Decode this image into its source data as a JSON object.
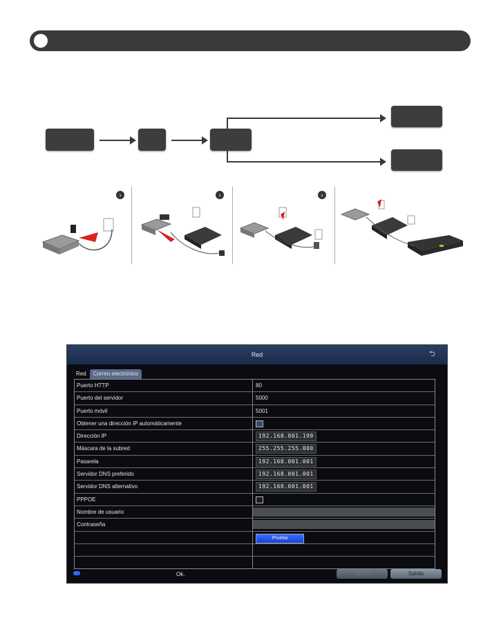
{
  "dvr": {
    "title": "Red",
    "tabs": [
      "Red",
      "Correo electrónico"
    ],
    "rows": [
      {
        "label": "Puerto HTTP",
        "value": "80"
      },
      {
        "label": "Puerto del servidor",
        "value": "5000"
      },
      {
        "label": "Puerto móvil",
        "value": "5001"
      },
      {
        "label": "Obtener una dirección IP automáticamente"
      },
      {
        "label": "Dirección IP",
        "value": "192.168.001.199"
      },
      {
        "label": "Máscara de la subred",
        "value": "255.255.255.000"
      },
      {
        "label": "Pasarela",
        "value": "192.168.001.001"
      },
      {
        "label": "Servidor DNS preferido",
        "value": "192.168.001.001"
      },
      {
        "label": "Servidor DNS alternativo",
        "value": "192.168.001.001"
      },
      {
        "label": "PPPOE"
      },
      {
        "label": "Nombre de usuario"
      },
      {
        "label": "Contraseña"
      },
      {
        "label": "",
        "button": "Prueba"
      },
      {
        "label": ""
      },
      {
        "label": ""
      }
    ],
    "footer": {
      "status": "Ok.",
      "apply": "Aplicar",
      "exit": "Salida"
    }
  }
}
